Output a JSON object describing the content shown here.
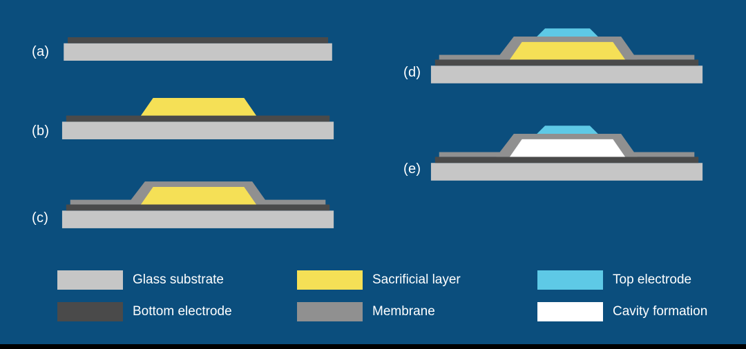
{
  "steps": [
    {
      "label": "(a)"
    },
    {
      "label": "(b)"
    },
    {
      "label": "(c)"
    },
    {
      "label": "(d)"
    },
    {
      "label": "(e)"
    }
  ],
  "legend": {
    "items": [
      {
        "label": "Glass substrate",
        "color": "#C6C6C6"
      },
      {
        "label": "Bottom electrode",
        "color": "#4A4A4A"
      },
      {
        "label": "Sacrificial layer",
        "color": "#F5E056"
      },
      {
        "label": "Membrane",
        "color": "#909090"
      },
      {
        "label": "Top electrode",
        "color": "#5EC9E6"
      },
      {
        "label": "Cavity formation",
        "color": "#FFFFFF"
      }
    ]
  },
  "colors": {
    "background": "#0B4E7D",
    "glass": "#C6C6C6",
    "bottom_electrode": "#4A4A4A",
    "sacrificial": "#F5E056",
    "membrane": "#909090",
    "top_electrode": "#5EC9E6",
    "cavity": "#FFFFFF",
    "text": "#FFFFFF",
    "footer_bar": "#000000"
  }
}
